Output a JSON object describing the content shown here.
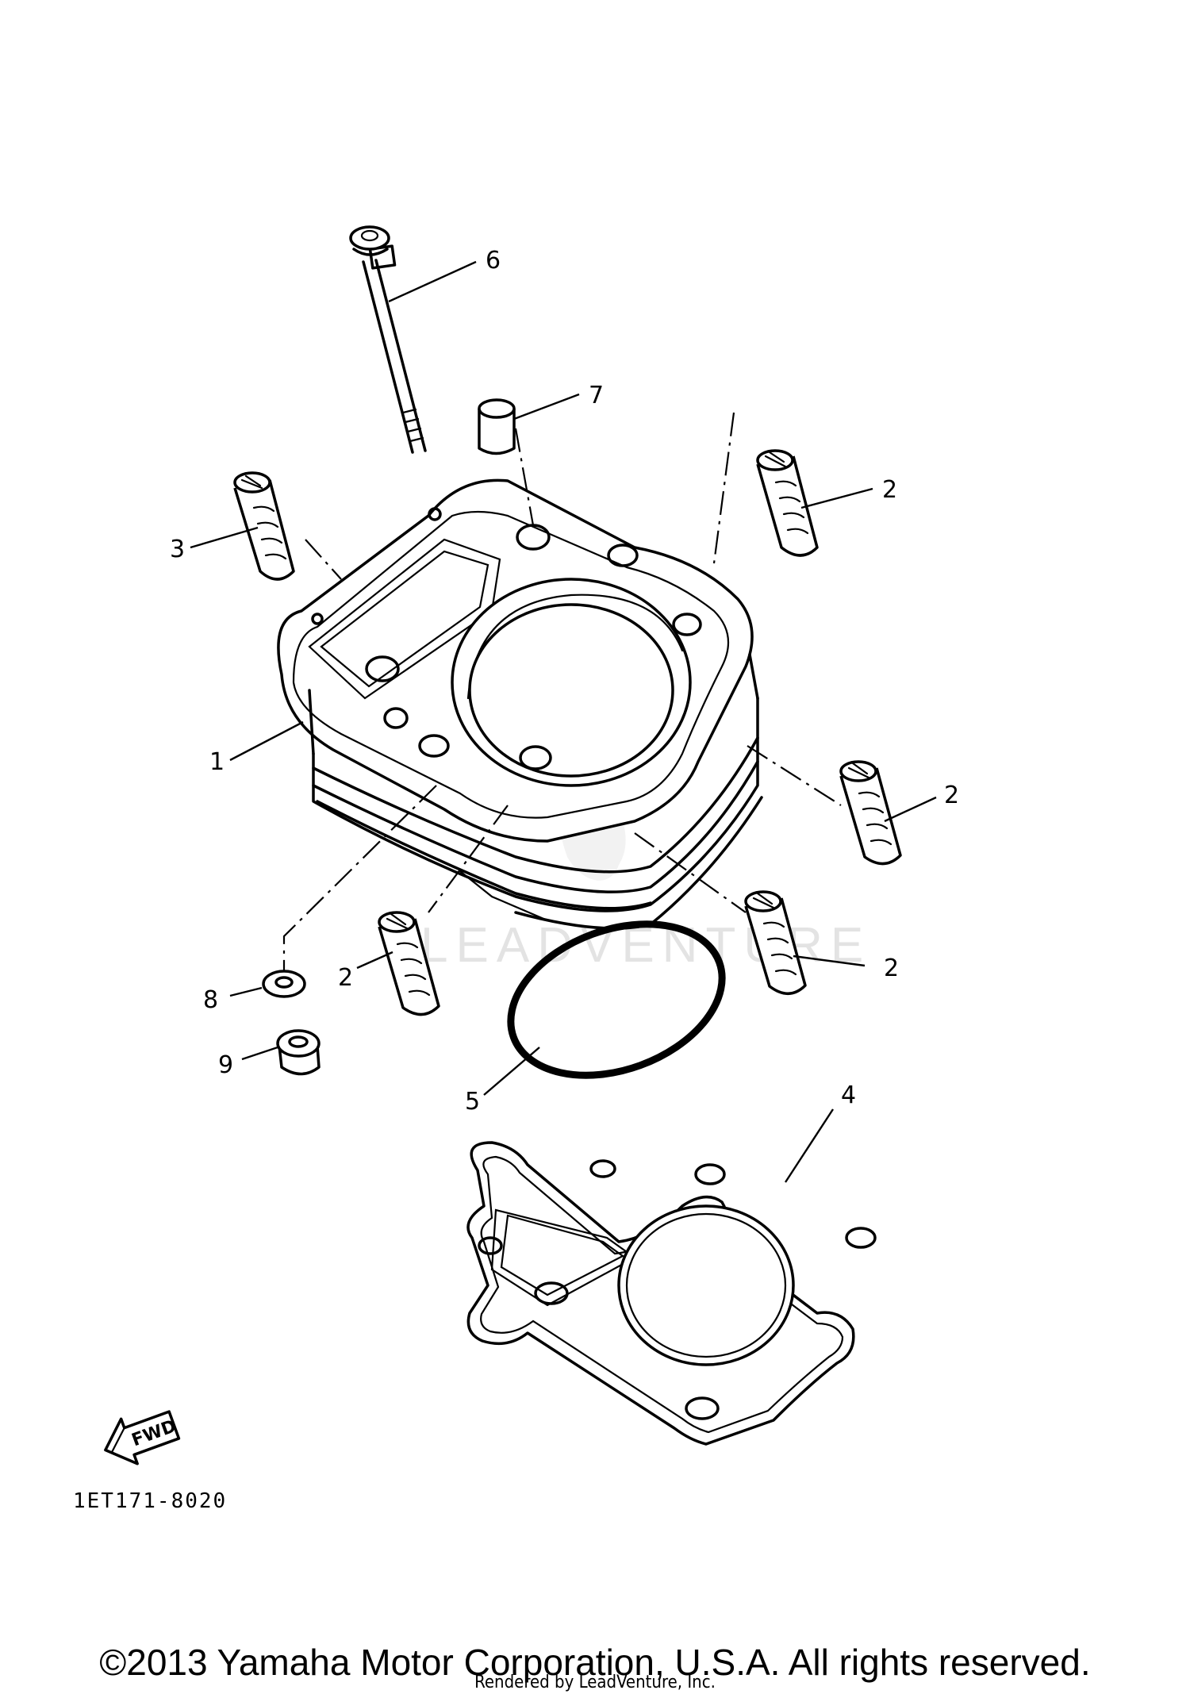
{
  "callouts": {
    "c1": "1",
    "c2a": "2",
    "c2b": "2",
    "c2c": "2",
    "c2d": "2",
    "c3": "3",
    "c4": "4",
    "c5": "5",
    "c6": "6",
    "c7": "7",
    "c8": "8",
    "c9": "9"
  },
  "fwd_label": "FWD",
  "diagram_code": "1ET171-8020",
  "watermark": "LEADVENTURE",
  "footer": {
    "copyright": "©2013 Yamaha Motor Corporation, U.S.A. All rights reserved.",
    "rendered_by": "Rendered by LeadVenture, Inc."
  }
}
